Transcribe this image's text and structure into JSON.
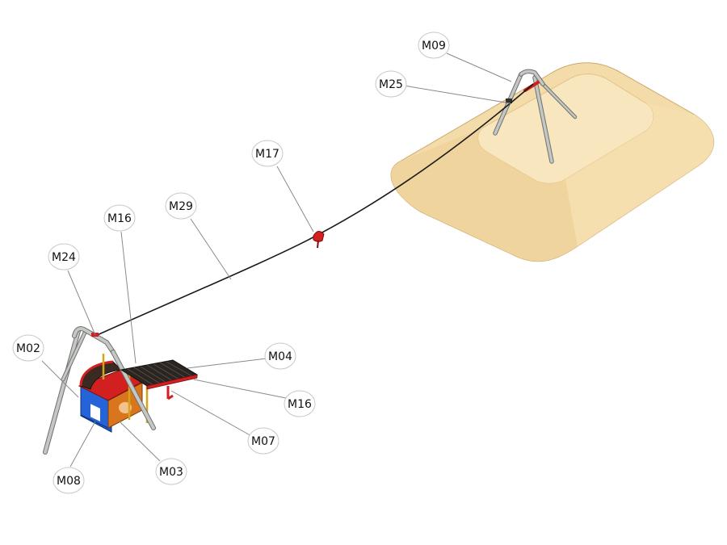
{
  "diagram": {
    "labels": [
      {
        "id": "m09",
        "text": "M09"
      },
      {
        "id": "m25",
        "text": "M25"
      },
      {
        "id": "m17",
        "text": "M17"
      },
      {
        "id": "m29",
        "text": "M29"
      },
      {
        "id": "m16a",
        "text": "M16"
      },
      {
        "id": "m24",
        "text": "M24"
      },
      {
        "id": "m02",
        "text": "M02"
      },
      {
        "id": "m04",
        "text": "M04"
      },
      {
        "id": "m16b",
        "text": "M16"
      },
      {
        "id": "m07",
        "text": "M07"
      },
      {
        "id": "m08",
        "text": "M08"
      },
      {
        "id": "m03",
        "text": "M03"
      }
    ],
    "colors": {
      "sand_light": "#f7e2b6",
      "sand_mid": "#efd29b",
      "sand_dark": "#e6c184",
      "steel": "#b9bcb8",
      "steel_dark": "#6c706c",
      "red": "#d21f1f",
      "blue": "#1f56c8",
      "orange": "#d9751c",
      "deck": "#2b2521",
      "cable": "#1a1a1a",
      "leader": "#8a8a8a"
    }
  }
}
